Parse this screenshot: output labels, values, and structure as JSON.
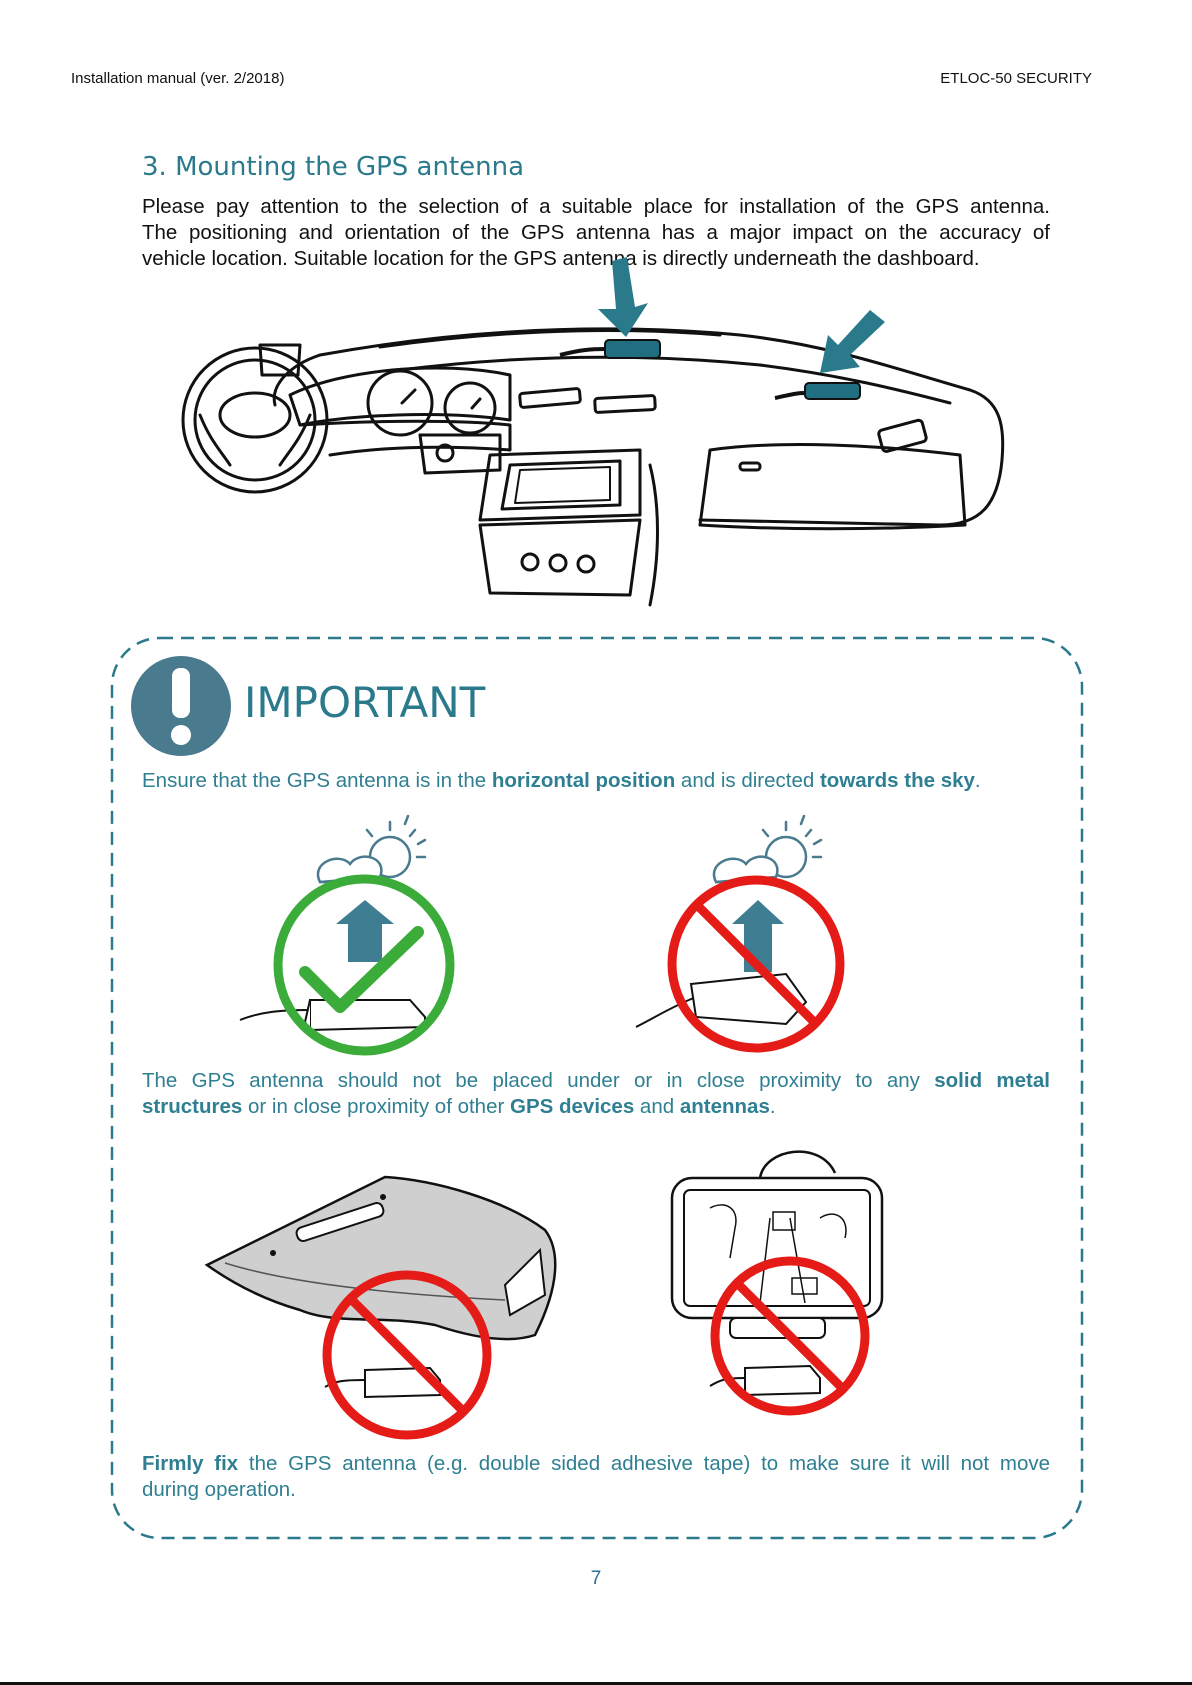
{
  "header": {
    "left": "Installation manual (ver. 2/2018)",
    "right": "ETLOC-50 SECURITY"
  },
  "section": {
    "title": "3. Mounting the GPS antenna",
    "intro_lines": [
      "Please pay attention to the selection of a suitable place for installation of the GPS antenna.",
      "The positioning and orientation of the GPS antenna has a major impact on the accuracy of",
      "vehicle location. Suitable location for the GPS antenna is directly underneath the dashboard."
    ]
  },
  "important": {
    "title": "IMPORTANT",
    "p1": {
      "a": "Ensure that the GPS antenna is in the ",
      "b": "horizontal position",
      "c": " and is directed ",
      "d": "towards the sky",
      "e": "."
    },
    "p2": {
      "l1a": "The GPS antenna should not be placed under or in close proximity to any ",
      "l1b": "solid metal",
      "l2a": "structures",
      "l2b": " or in close proximity of other ",
      "l2c": "GPS devices",
      "l2d": " and ",
      "l2e": "antennas",
      "l2f": "."
    },
    "p3": {
      "l1a": "Firmly fix",
      "l1b": " the GPS antenna (e.g. double sided adhesive tape) to make sure it will not move",
      "l2": "during operation."
    }
  },
  "page_number": "7",
  "colors": {
    "teal": "#2a7a8c",
    "text_teal": "#2f7f92",
    "icon_blue": "#4a7a8e",
    "ok_green": "#3bab3a",
    "no_red": "#e41b17"
  }
}
